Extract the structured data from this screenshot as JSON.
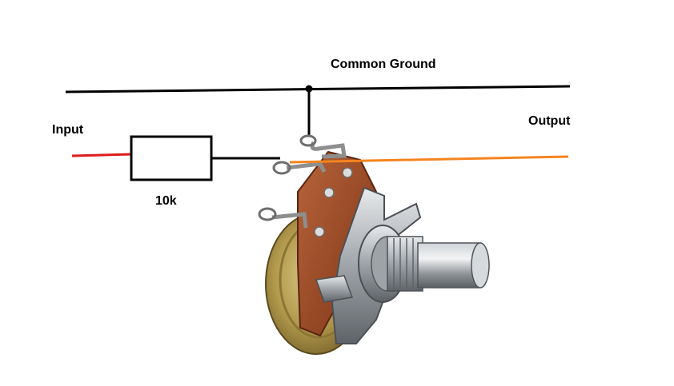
{
  "labels": {
    "ground": "Common Ground",
    "input": "Input",
    "output": "Output",
    "resistor": "10k"
  },
  "colors": {
    "ground_wire": "#000000",
    "input_wire": "#e01b1b",
    "output_wire": "#f5841f",
    "pot_body": "#b89a4a",
    "pot_board": "#9c4a22",
    "shaft": "#9aa0a6"
  },
  "icons": {
    "potentiometer": "rotary-potentiometer",
    "resistor": "resistor-box"
  }
}
